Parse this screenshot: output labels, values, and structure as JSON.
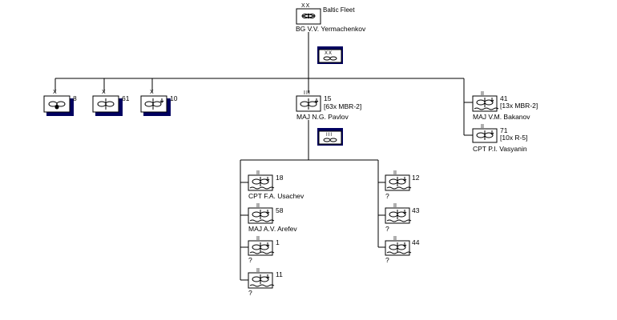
{
  "fleet": {
    "name": "Baltic Fleet",
    "echelon": "XX",
    "commander": "BG V.V. Yermachenkov",
    "hq_echelon": "XX"
  },
  "flank_units": [
    {
      "id": "8",
      "echelon": "X",
      "icon": "air-unit-icon"
    },
    {
      "id": "61",
      "echelon": "X",
      "icon": "air-unit-icon"
    },
    {
      "id": "10",
      "echelon": "X",
      "icon": "naval-air-unit-icon"
    }
  ],
  "regiment_15": {
    "id": "15",
    "echelon": "III",
    "detail": "[63x MBR-2]",
    "commander": "MAJ N.G. Pavlov",
    "hq_echelon": "III"
  },
  "right_units": [
    {
      "id": "41",
      "echelon": "II",
      "detail": "[13x MBR-2]",
      "commander": "MAJ V.M. Bakanov"
    },
    {
      "id": "71",
      "echelon": "II",
      "detail": "[10x R-5]",
      "commander": "CPT P.I. Vasyanin"
    }
  ],
  "left_squadrons": [
    {
      "id": "18",
      "echelon": "II",
      "commander": "CPT F.A. Usachev"
    },
    {
      "id": "58",
      "echelon": "II",
      "commander": "MAJ A.V. Arefev"
    },
    {
      "id": "1",
      "echelon": "II",
      "commander": "?"
    },
    {
      "id": "11",
      "echelon": "II",
      "commander": "?"
    }
  ],
  "right_squadrons": [
    {
      "id": "12",
      "echelon": "II",
      "commander": "?"
    },
    {
      "id": "43",
      "echelon": "II",
      "commander": "?"
    },
    {
      "id": "44",
      "echelon": "II",
      "commander": "?"
    }
  ]
}
